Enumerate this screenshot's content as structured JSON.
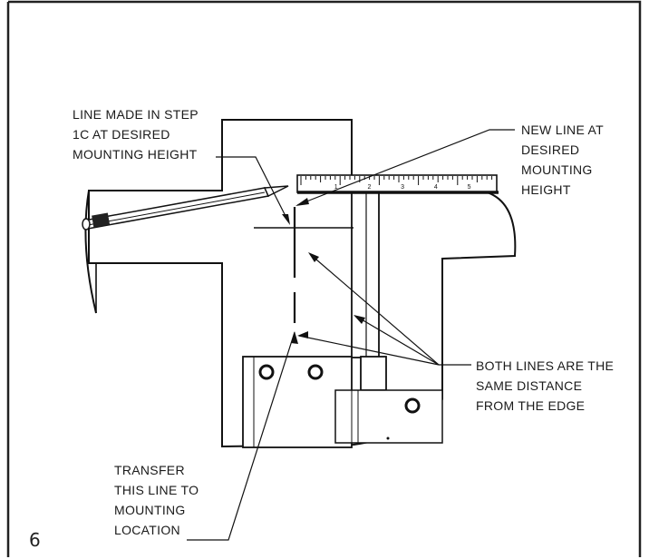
{
  "step_number": "6",
  "callouts": {
    "line_made": [
      "LINE MADE IN STEP",
      "1C AT DESIRED",
      "MOUNTING HEIGHT"
    ],
    "new_line": [
      "NEW LINE AT",
      "DESIRED",
      "MOUNTING",
      "HEIGHT"
    ],
    "both_lines": [
      "BOTH LINES ARE THE",
      "SAME DISTANCE",
      "FROM THE EDGE"
    ],
    "transfer": [
      "TRANSFER",
      "THIS LINE TO",
      "MOUNTING",
      "LOCATION"
    ]
  },
  "ruler_numbers": [
    "1",
    "2",
    "3",
    "4",
    "5"
  ]
}
